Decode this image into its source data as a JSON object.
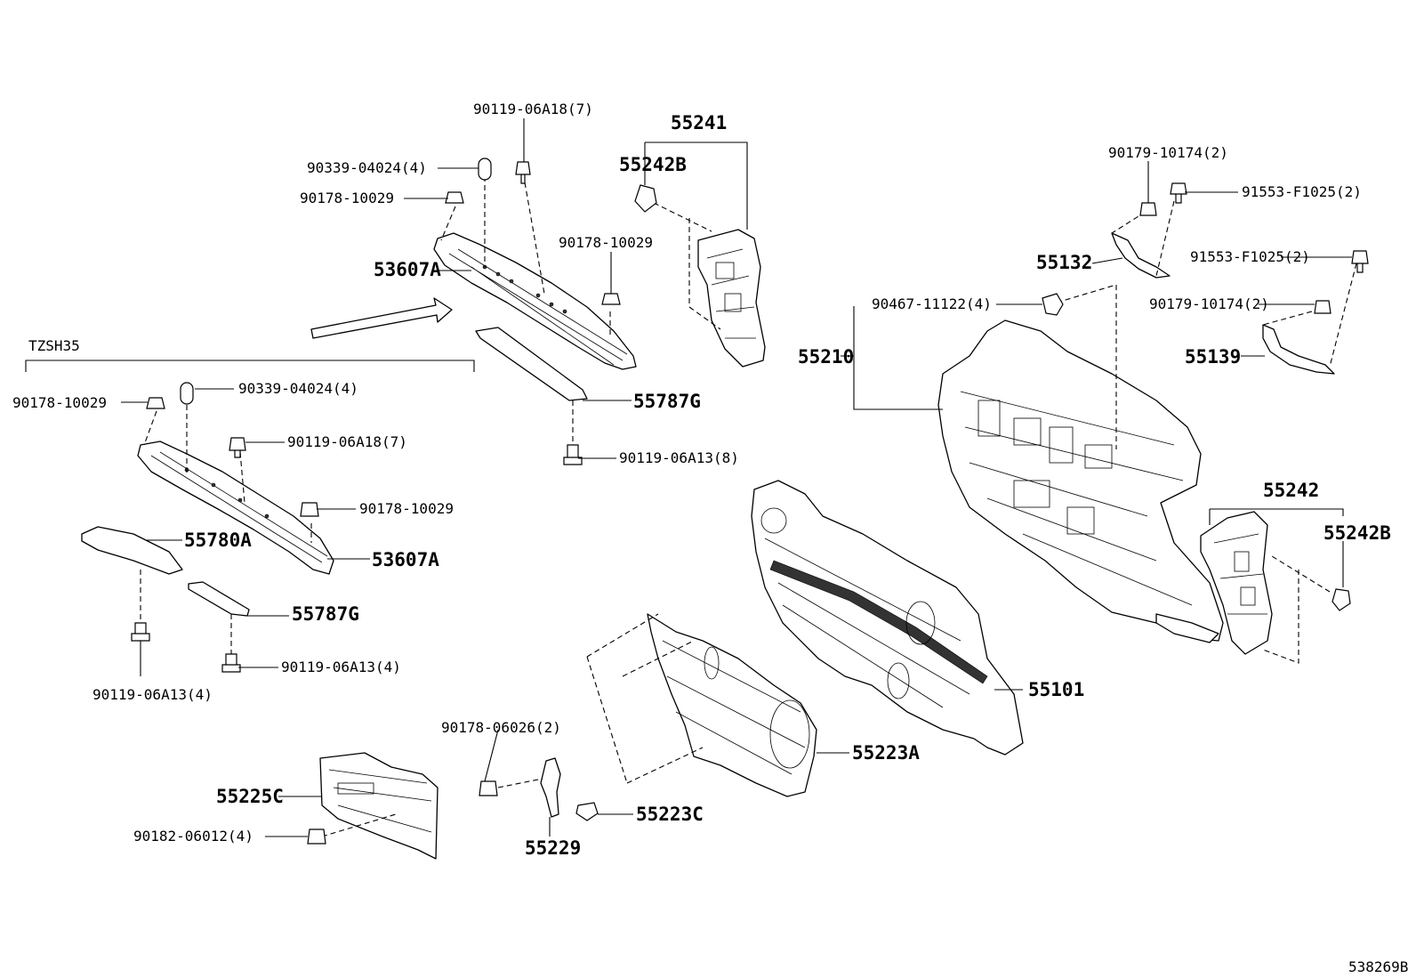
{
  "diagram": {
    "variant_label": "TZSH35",
    "drawing_number": "538269B",
    "callouts": {
      "p90119_06A18_7_top": "90119-06A18(7)",
      "p55241": "55241",
      "p90339_04024_4_top": "90339-04024(4)",
      "p55242B_top": "55242B",
      "p90178_10029_a": "90178-10029",
      "p90178_10029_b": "90178-10029",
      "p53607A_top": "53607A",
      "p90179_10174_2_a": "90179-10174(2)",
      "p91553_F1025_2_a": "91553-F1025(2)",
      "p55132": "55132",
      "p91553_F1025_2_b": "91553-F1025(2)",
      "p90179_10174_2_b": "90179-10174(2)",
      "p90467_11122_4": "90467-11122(4)",
      "p55210": "55210",
      "p55139": "55139",
      "p90178_10029_c": "90178-10029",
      "p90339_04024_4_left": "90339-04024(4)",
      "p55787G_top": "55787G",
      "p90119_06A18_7_left": "90119-06A18(7)",
      "p90119_06A13_8": "90119-06A13(8)",
      "p90178_10029_d": "90178-10029",
      "p55780A": "55780A",
      "p53607A_left": "53607A",
      "p55787G_left": "55787G",
      "p90119_06A13_4_right": "90119-06A13(4)",
      "p90119_06A13_4_left": "90119-06A13(4)",
      "p55242": "55242",
      "p55242B_right": "55242B",
      "p55101": "55101",
      "p90178_06026_2": "90178-06026(2)",
      "p55223A": "55223A",
      "p55225C": "55225C",
      "p55223C": "55223C",
      "p90182_06012_4": "90182-06012(4)",
      "p55229": "55229"
    }
  }
}
